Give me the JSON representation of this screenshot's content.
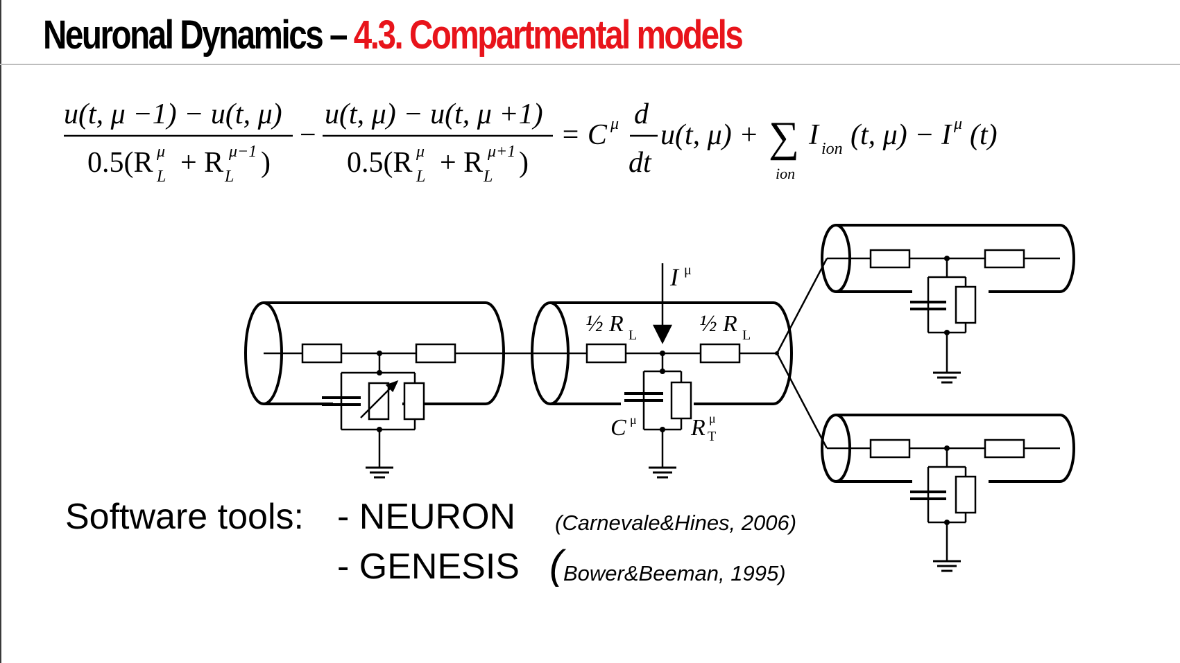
{
  "slide": {
    "title_prefix": "Neuronal Dynamics – ",
    "title_highlight": "4.3. Compartmental models",
    "colors": {
      "title": "#000000",
      "highlight": "#e8141b",
      "rule": "#bdbdbd"
    }
  },
  "equation": {
    "num1": "u(t, μ −1) − u(t, μ)",
    "den1": "0.5(R",
    "den1_sup": "μ",
    "den1_sub": "L",
    "den1_plus": "+ R",
    "den1_sup2": "μ−1",
    "den1_sub2": "L",
    "den1_close": ")",
    "minus": "−",
    "num2": "u(t, μ) − u(t, μ +1)",
    "den2": "0.5(R",
    "den2_sup": "μ",
    "den2_sub": "L",
    "den2_plus": "+ R",
    "den2_sup2": "μ+1",
    "den2_sub2": "L",
    "den2_close": ")",
    "equals": "= C",
    "c_sup": "μ",
    "d": "d",
    "dt": "dt",
    "rhs1": "u(t, μ) +",
    "sum": "∑",
    "sum_sub": "ion",
    "I": "I",
    "I_sub": "ion",
    "rhs2": "(t, μ) − I",
    "I_sup": "μ",
    "rhs3": "(t)"
  },
  "diagram": {
    "current_label": "I",
    "current_sup": "μ",
    "half_rl_left": "½ R",
    "half_rl_left_sub": "L",
    "half_rl_right": "½ R",
    "half_rl_right_sub": "L",
    "cap_label": "C",
    "cap_sup": "μ",
    "rt_label": "R",
    "rt_sup": "μ",
    "rt_sub": "T"
  },
  "software": {
    "label": "Software tools:",
    "item1": "- NEURON",
    "item1_cite": "(Carnevale&Hines, 2006)",
    "item2": "- GENESIS",
    "item2_open": "(",
    "item2_cite": "Bower&Beeman, 1995)"
  }
}
